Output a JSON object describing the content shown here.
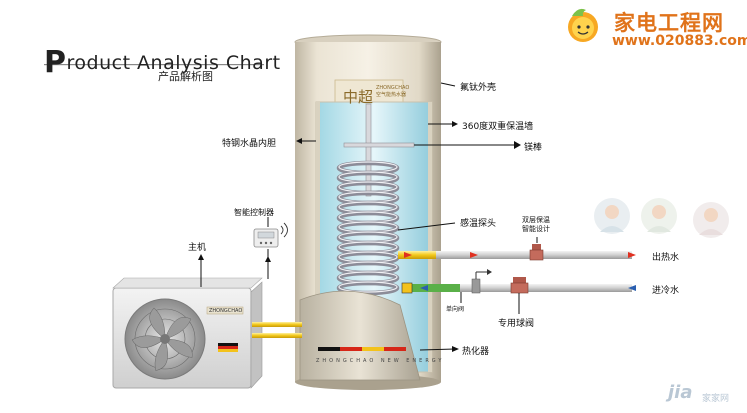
{
  "header": {
    "title_initial": "P",
    "title_rest": "roduct Analysis Chart",
    "subtitle": "产品解析图"
  },
  "logo": {
    "site_name": "家电工程网",
    "url": "www.020883.com"
  },
  "watermark": {
    "text": "jia",
    "sub": "家家网"
  },
  "tank": {
    "brand_mark": "中超",
    "brand_sub_1": "ZHONGCHAO",
    "brand_sub_2": "空气能热水器",
    "strip_text": "ZHONGCHAO NEW ENERGY"
  },
  "ac_unit": {
    "brand": "ZHONGCHAO"
  },
  "labels": {
    "shell": "氟钛外壳",
    "insulation": "360度双重保温墙",
    "anode": "镁棒",
    "inner_tank": "特钢水晶内胆",
    "controller": "智能控制器",
    "main_unit": "主机",
    "temp_probe": "感温探头",
    "pressure_valve": "双层保温\n智能设计",
    "hot_water_out": "出热水",
    "cold_water_in": "进冷水",
    "check_valve_note": "单向阀",
    "safety_valve": "专用球阀",
    "heat_exchanger": "热化器"
  },
  "colors": {
    "hot_pipe": "#f2c81a",
    "cold_pipe": "#3f9a3a",
    "hot_arrow": "#e03020",
    "cold_arrow": "#2a5fb0",
    "valve": "#b0584a",
    "logo_orange": "#e0731a"
  }
}
